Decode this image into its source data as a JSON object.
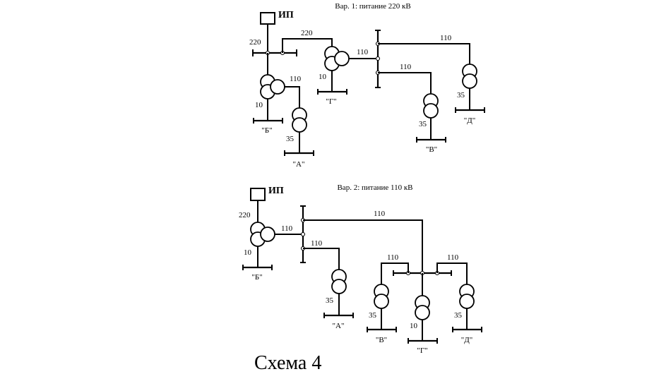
{
  "variant1": {
    "title": "Вар. 1: питание 220 кВ",
    "source": "ИП",
    "voltages": {
      "v220_source": "220",
      "v220_line": "220",
      "v110_G": "110",
      "v110_D": "110",
      "v110_V": "110",
      "v110_B": "110",
      "v10_B": "10",
      "v10_G": "10",
      "v35_A": "35",
      "v35_V": "35",
      "v35_D": "35"
    },
    "substations": {
      "A": "\"А\"",
      "B": "\"Б\"",
      "V": "\"В\"",
      "G": "\"Г\"",
      "D": "\"Д\""
    }
  },
  "variant2": {
    "title": "Вар. 2: питание 110 кВ",
    "source": "ИП",
    "voltages": {
      "v220_source": "220",
      "v110_main": "110",
      "v110_top": "110",
      "v110_A": "110",
      "v110_left": "110",
      "v110_right": "110",
      "v10_B": "10",
      "v35_A": "35",
      "v35_V": "35",
      "v10_G": "10",
      "v35_D": "35"
    },
    "substations": {
      "A": "\"А\"",
      "B": "\"Б\"",
      "V": "\"В\"",
      "G": "\"Г\"",
      "D": "\"Д\""
    }
  },
  "caption": "Схема 4"
}
